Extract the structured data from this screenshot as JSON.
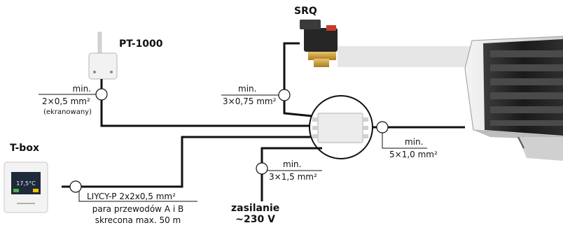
{
  "devices": {
    "srq": "SRQ",
    "pt1000": "PT-1000",
    "tbox": "T-box",
    "power": [
      "zasilanie",
      "~230 V"
    ]
  },
  "cables": {
    "pt1000": {
      "min": "min.",
      "spec": "2×0,5 mm²",
      "note": "(ekranowany)"
    },
    "srq": {
      "min": "min.",
      "spec": "3×0,75 mm²"
    },
    "heater": {
      "min": "min.",
      "spec": "5×1,0 mm²"
    },
    "power": {
      "min": "min.",
      "spec": "3×1,5 mm²"
    },
    "tbox": {
      "spec": "LIYCY-P 2x2x0,5 mm²",
      "note1": "para przewodów A i B",
      "note2": "skrecona max. 50 m"
    }
  },
  "tbox_screen": {
    "temp": "17,5°C"
  }
}
